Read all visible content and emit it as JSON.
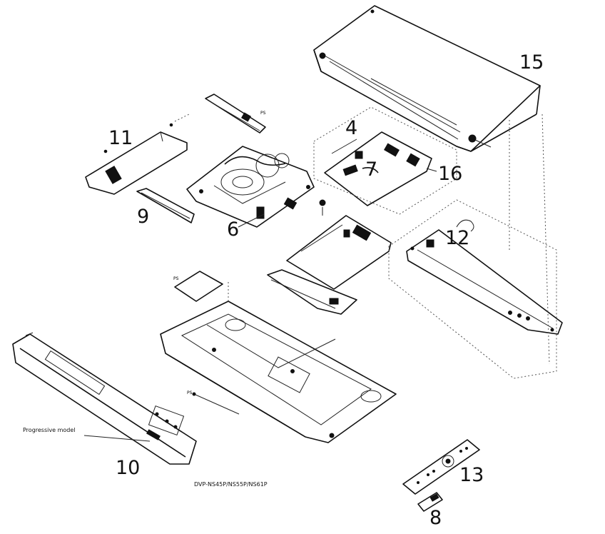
{
  "callouts": {
    "c4": "4",
    "c6": "6",
    "c7": "7",
    "c8": "8",
    "c9": "9",
    "c10": "10",
    "c11": "11",
    "c12": "12",
    "c13": "13",
    "c15": "15",
    "c16": "16"
  },
  "notes": {
    "progressive": "Progressive model",
    "model_code": "DVP-NS45P/NS55P/NS61P"
  }
}
